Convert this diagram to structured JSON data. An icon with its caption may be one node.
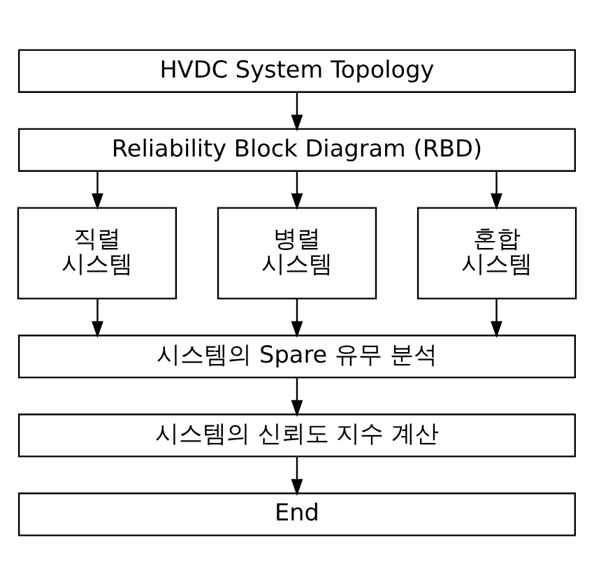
{
  "diagram": {
    "nodes": [
      {
        "text": [
          "HVDC System Topology"
        ]
      },
      {
        "text": [
          "Reliability Block Diagram (RBD)"
        ]
      },
      {
        "text": [
          "직렬 시스템"
        ]
      },
      {
        "text": [
          "병렬 시스템"
        ]
      },
      {
        "text": [
          "혼합 시스템"
        ]
      },
      {
        "text": [
          "시스템의 Spare 유무 분석"
        ]
      },
      {
        "text": [
          "시스템의 신뢰도 지수 계산"
        ]
      },
      {
        "text": [
          "End"
        ]
      }
    ],
    "edges": [
      {
        "from": 0,
        "to": 1,
        "arrow": "to"
      },
      {
        "from": 1,
        "to": 2,
        "arrow": "to"
      },
      {
        "from": 1,
        "to": 3,
        "arrow": "to"
      },
      {
        "from": 1,
        "to": 4,
        "arrow": "to"
      },
      {
        "from": 2,
        "to": 5,
        "arrow": "to"
      },
      {
        "from": 3,
        "to": 5,
        "arrow": "to"
      },
      {
        "from": 4,
        "to": 5,
        "arrow": "to"
      },
      {
        "from": 5,
        "to": 6,
        "arrow": "to"
      },
      {
        "from": 6,
        "to": 7,
        "arrow": "to"
      }
    ]
  }
}
